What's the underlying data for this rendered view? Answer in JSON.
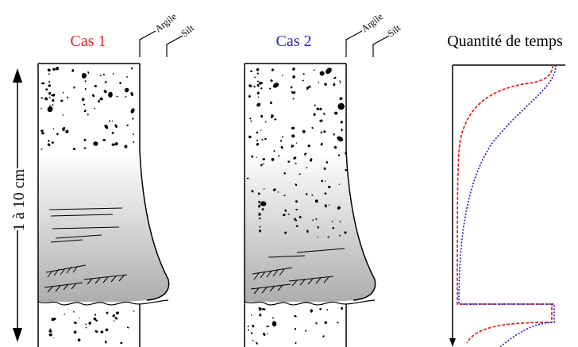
{
  "column_1": {
    "title": "Cas 1",
    "title_color": "#e0201f",
    "tick_labels": [
      "Argile",
      "Silt"
    ]
  },
  "column_2": {
    "title": "Cas 2",
    "title_color": "#2424c4",
    "tick_labels": [
      "Argile",
      "Silt"
    ]
  },
  "time_panel": {
    "title": "Quantité de temps",
    "curve_colors": {
      "case_1": "#e0201f",
      "case_2": "#2424c4"
    }
  },
  "thickness_label": "1 à 10 cm",
  "colors": {
    "outline": "#000000",
    "gradient_top": "#ffffff",
    "gradient_bottom": "#a8a8a8"
  }
}
